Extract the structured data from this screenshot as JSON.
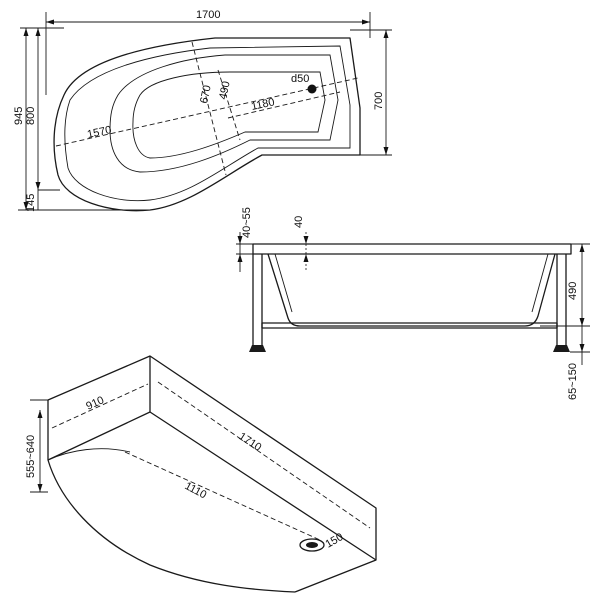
{
  "top_view": {
    "width": "1700",
    "depth_outer": "945",
    "depth_inner": "800",
    "depth_right": "700",
    "offset_bottom": "145",
    "inner_length": "1570",
    "bottom_length": "1180",
    "inner_width_a": "670",
    "inner_width_b": "490",
    "drain": "d50"
  },
  "side_view": {
    "rim_height": "40~55",
    "rim_thickness": "40",
    "depth": "490",
    "leg_height": "65~150"
  },
  "iso_view": {
    "width": "910",
    "length": "1710",
    "height": "555~640",
    "inner_length": "1110",
    "drain": "150"
  }
}
